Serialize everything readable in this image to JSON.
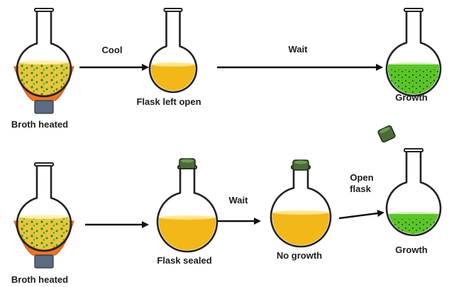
{
  "row1": {
    "start_label": "Broth heated",
    "arrow1_label": "Cool",
    "flask2_label": "Flask left open",
    "arrow2_label": "Wait",
    "end_label": "Growth"
  },
  "row2": {
    "start_label": "Broth heated",
    "flask2_label": "Flask sealed",
    "arrow1_label": "Wait",
    "flask3_label": "No growth",
    "arrow2_label_line1": "Open",
    "arrow2_label_line2": "flask",
    "end_label": "Growth"
  },
  "colors": {
    "broth": "#f2b81a",
    "broth_light": "#ffe58a",
    "growth": "#5cc52a",
    "growth_dark": "#2f8a14",
    "flame": "#e8762a",
    "burner": "#5a6b82",
    "cork": "#4a6b3a",
    "glass": "#222222"
  }
}
